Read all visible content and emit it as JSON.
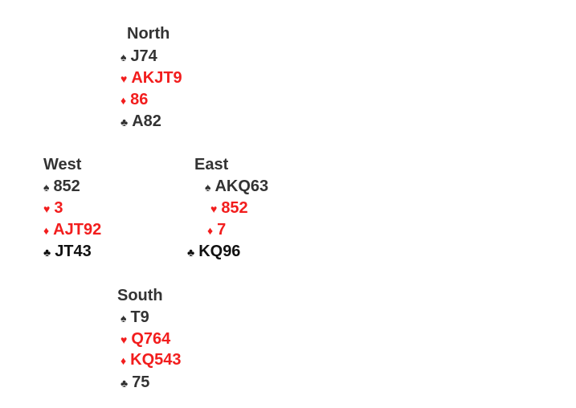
{
  "hands": {
    "north": {
      "label": "North",
      "spades": "J74",
      "hearts": "AKJT9",
      "diamonds": "86",
      "clubs": "A82"
    },
    "west": {
      "label": "West",
      "spades": "852",
      "hearts": "3",
      "diamonds": "AJT92",
      "clubs": "JT43"
    },
    "east": {
      "label": "East",
      "spades": "AKQ63",
      "hearts": "852",
      "diamonds": "7",
      "clubs": "KQ96"
    },
    "south": {
      "label": "South",
      "spades": "T9",
      "hearts": "Q764",
      "diamonds": "KQ543",
      "clubs": "75"
    }
  },
  "suits": {
    "spade": "♠",
    "heart": "♥",
    "diamond": "♦",
    "club": "♣"
  },
  "colors": {
    "black": "#333333",
    "red": "#f21d1d"
  }
}
